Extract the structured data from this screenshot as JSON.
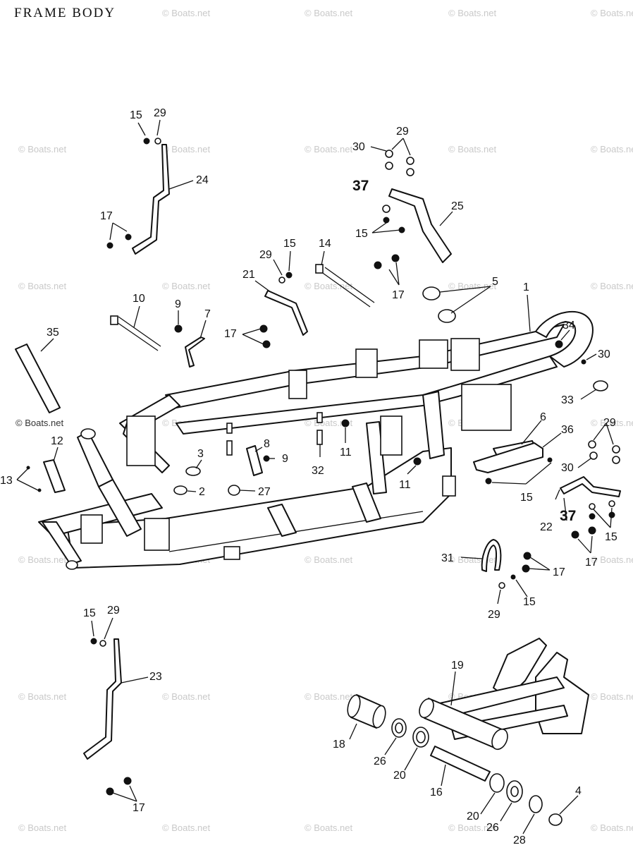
{
  "title": "FRAME BODY",
  "watermark": "© Boats.net",
  "callouts": [
    {
      "id": "c15a",
      "text": "15"
    },
    {
      "id": "c29a",
      "text": "29"
    },
    {
      "id": "c24",
      "text": "24"
    },
    {
      "id": "c17a",
      "text": "17"
    },
    {
      "id": "c30a",
      "text": "30"
    },
    {
      "id": "c29b",
      "text": "29"
    },
    {
      "id": "c37a",
      "text": "37"
    },
    {
      "id": "c25",
      "text": "25"
    },
    {
      "id": "c15b",
      "text": "15"
    },
    {
      "id": "c17b",
      "text": "17"
    },
    {
      "id": "c5",
      "text": "5"
    },
    {
      "id": "c1",
      "text": "1"
    },
    {
      "id": "c29c",
      "text": "29"
    },
    {
      "id": "c15c",
      "text": "15"
    },
    {
      "id": "c14",
      "text": "14"
    },
    {
      "id": "c21",
      "text": "21"
    },
    {
      "id": "c10",
      "text": "10"
    },
    {
      "id": "c9a",
      "text": "9"
    },
    {
      "id": "c7",
      "text": "7"
    },
    {
      "id": "c17c",
      "text": "17"
    },
    {
      "id": "c35",
      "text": "35"
    },
    {
      "id": "c34",
      "text": "34"
    },
    {
      "id": "c30b",
      "text": "30"
    },
    {
      "id": "c33",
      "text": "33"
    },
    {
      "id": "c12",
      "text": "12"
    },
    {
      "id": "c13",
      "text": "13"
    },
    {
      "id": "c3",
      "text": "3"
    },
    {
      "id": "c8",
      "text": "8"
    },
    {
      "id": "c9b",
      "text": "9"
    },
    {
      "id": "c2",
      "text": "2"
    },
    {
      "id": "c27",
      "text": "27"
    },
    {
      "id": "c32",
      "text": "32"
    },
    {
      "id": "c11a",
      "text": "11"
    },
    {
      "id": "c11b",
      "text": "11"
    },
    {
      "id": "c6",
      "text": "6"
    },
    {
      "id": "c36",
      "text": "36"
    },
    {
      "id": "c29d",
      "text": "29"
    },
    {
      "id": "c30c",
      "text": "30"
    },
    {
      "id": "c15d",
      "text": "15"
    },
    {
      "id": "c22",
      "text": "22"
    },
    {
      "id": "c37b",
      "text": "37"
    },
    {
      "id": "c15e",
      "text": "15"
    },
    {
      "id": "c17d",
      "text": "17"
    },
    {
      "id": "c31",
      "text": "31"
    },
    {
      "id": "c17e",
      "text": "17"
    },
    {
      "id": "c15f",
      "text": "15"
    },
    {
      "id": "c29e",
      "text": "29"
    },
    {
      "id": "c15g",
      "text": "15"
    },
    {
      "id": "c29f",
      "text": "29"
    },
    {
      "id": "c23",
      "text": "23"
    },
    {
      "id": "c17f",
      "text": "17"
    },
    {
      "id": "c19",
      "text": "19"
    },
    {
      "id": "c18",
      "text": "18"
    },
    {
      "id": "c26a",
      "text": "26"
    },
    {
      "id": "c20a",
      "text": "20"
    },
    {
      "id": "c16",
      "text": "16"
    },
    {
      "id": "c20b",
      "text": "20"
    },
    {
      "id": "c26b",
      "text": "26"
    },
    {
      "id": "c28",
      "text": "28"
    },
    {
      "id": "c4",
      "text": "4"
    }
  ]
}
